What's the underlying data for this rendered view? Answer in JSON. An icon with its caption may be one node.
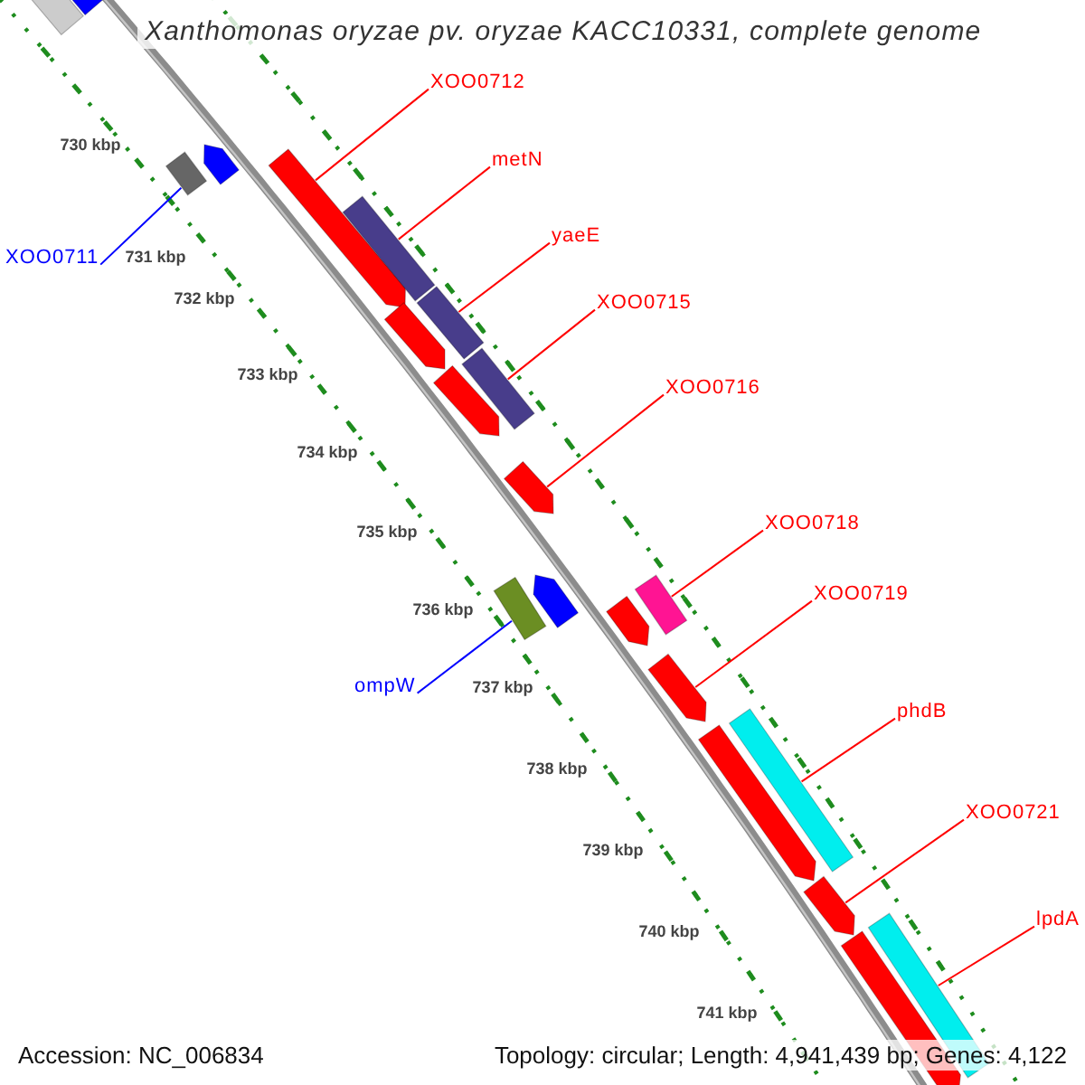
{
  "diagram": {
    "title": "Xanthomonas oryzae pv. oryzae KACC10331, complete genome",
    "nodes": [
      {
        "text": [
          "XOO0712"
        ]
      },
      {
        "text": [
          "metN"
        ]
      },
      {
        "text": [
          "yaeE"
        ]
      },
      {
        "text": [
          "XOO0711"
        ]
      },
      {
        "text": [
          "XOO0715"
        ]
      },
      {
        "text": [
          "XOO0716"
        ]
      },
      {
        "text": [
          "XOO0718"
        ]
      },
      {
        "text": [
          "XOO0719"
        ]
      },
      {
        "text": [
          "ompW"
        ]
      },
      {
        "text": [
          "phdB"
        ]
      },
      {
        "text": [
          "XOO0721"
        ]
      },
      {
        "text": [
          "lpdA"
        ]
      },
      {
        "text": [],
        "shape": "bar"
      },
      {
        "text": [],
        "shape": "bar"
      },
      {
        "text": [],
        "shape": "bar"
      },
      {
        "text": [],
        "shape": "bar"
      },
      {
        "text": [],
        "shape": "bar"
      },
      {
        "text": [],
        "shape": "bar"
      },
      {
        "text": [],
        "shape": "bar"
      },
      {
        "text": [],
        "shape": "bar"
      },
      {
        "text": [],
        "shape": "bar"
      },
      {
        "text": [],
        "shape": "bar"
      },
      {
        "text": [],
        "shape": "bar"
      },
      {
        "text": [],
        "shape": "bar"
      },
      {
        "text": [],
        "shape": "bar"
      },
      {
        "text": [],
        "shape": "bar"
      },
      {
        "text": [],
        "shape": "bar"
      },
      {
        "text": [],
        "shape": "bar"
      },
      {
        "text": [],
        "shape": "bar"
      },
      {
        "text": [],
        "shape": "bar"
      },
      {
        "text": [],
        "shape": "bar"
      },
      {
        "text": [],
        "shape": "bar"
      },
      {
        "text": [],
        "shape": "bar"
      }
    ],
    "edges": [
      {
        "from": 0,
        "to": 16,
        "arrow": "none"
      },
      {
        "from": 1,
        "to": 17,
        "arrow": "none"
      },
      {
        "from": 2,
        "to": 18,
        "arrow": "none"
      },
      {
        "from": 3,
        "to": 14,
        "arrow": "none",
        "color": "#0000ff"
      },
      {
        "from": 4,
        "to": 21,
        "arrow": "none"
      },
      {
        "from": 5,
        "to": 22,
        "arrow": "none"
      },
      {
        "from": 6,
        "to": 25,
        "arrow": "none"
      },
      {
        "from": 7,
        "to": 27,
        "arrow": "none"
      },
      {
        "from": 8,
        "to": 23,
        "arrow": "none",
        "color": "#0000ff"
      },
      {
        "from": 9,
        "to": 29,
        "arrow": "none"
      },
      {
        "from": 10,
        "to": 30,
        "arrow": "none"
      },
      {
        "from": 11,
        "to": 31,
        "arrow": "none"
      }
    ],
    "labels": [
      "730 kbp",
      "731 kbp",
      "732 kbp",
      "733 kbp",
      "734 kbp",
      "735 kbp",
      "736 kbp",
      "737 kbp",
      "738 kbp",
      "739 kbp",
      "740 kbp",
      "741 kbp",
      "Accession: NC_006834",
      "Topology: circular; Length: 4,941,439 bp; Genes: 4,122"
    ]
  }
}
